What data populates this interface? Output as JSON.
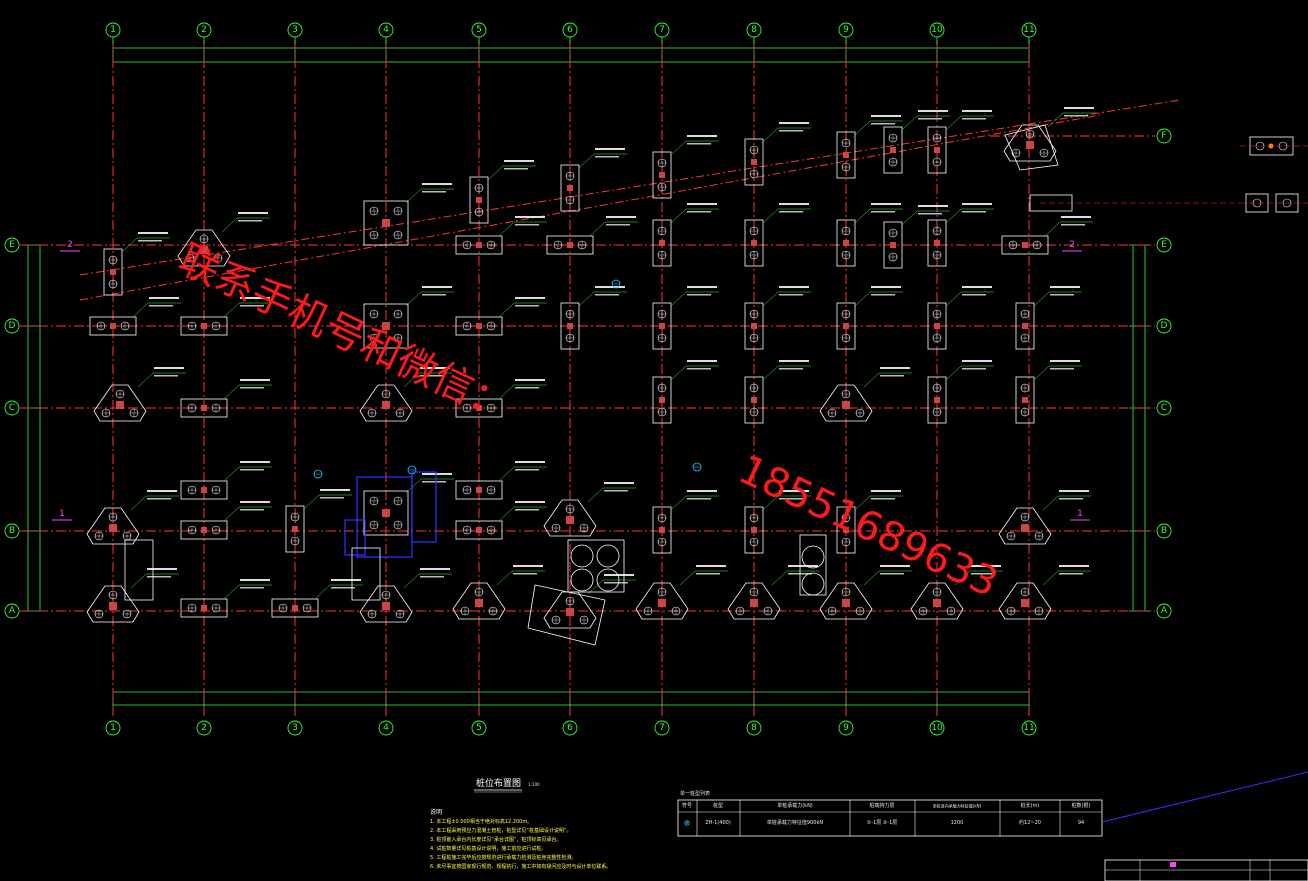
{
  "columns": [
    "1",
    "2",
    "3",
    "4",
    "5",
    "6",
    "7",
    "8",
    "9",
    "10",
    "11"
  ],
  "rows": [
    "A",
    "B",
    "C",
    "D",
    "E",
    "F"
  ],
  "section_marks": [
    "1",
    "2"
  ],
  "plan_title": "桩位布置图",
  "plan_scale": "1:100",
  "notes_heading": "说明",
  "notes": [
    "1. 本工程±0.000相当于绝对标高12.200m。",
    "2. 本工程采用预应力混凝土管桩，桩型详见“桩基础设计说明”。",
    "3. 桩顶嵌入承台内长度详见“承台详图”，桩顶标高见承台。",
    "4. 试桩数量详见桩基设计说明，施工前应进行试桩。",
    "5. 工程桩施工完毕后应按规范进行承载力检测及桩身完整性检测。",
    "6. 未尽事宜按国家现行规范、规程执行，施工中如有疑问应及时与设计单位联系。"
  ],
  "pile_table": {
    "caption": "单一桩型列表",
    "headers": [
      "符号",
      "桩型",
      "单桩承载力(kN)",
      "桩端持力层",
      "单桩竖向承载力特征值(kN)",
      "桩长(m)",
      "桩数(根)"
    ],
    "row": [
      "⊕",
      "ZH-1(400)",
      "单桩承载力特征值900kN",
      "②-1层 ③-1层",
      "1200",
      "约12~20",
      "94"
    ]
  },
  "watermark": {
    "line1": "联系手机号和微信：",
    "line2": "18551689633"
  },
  "colors": {
    "axis_line": "#ff3333",
    "dimension": "#33ff33",
    "pile_cap": "#ffffff",
    "pile_fill": "#cc4444",
    "leader": "#33ff33",
    "watermark": "#ff1a1a",
    "table_line": "#ffffff",
    "blue_frame": "#3333ff",
    "cyan_mark": "#22ccff"
  }
}
